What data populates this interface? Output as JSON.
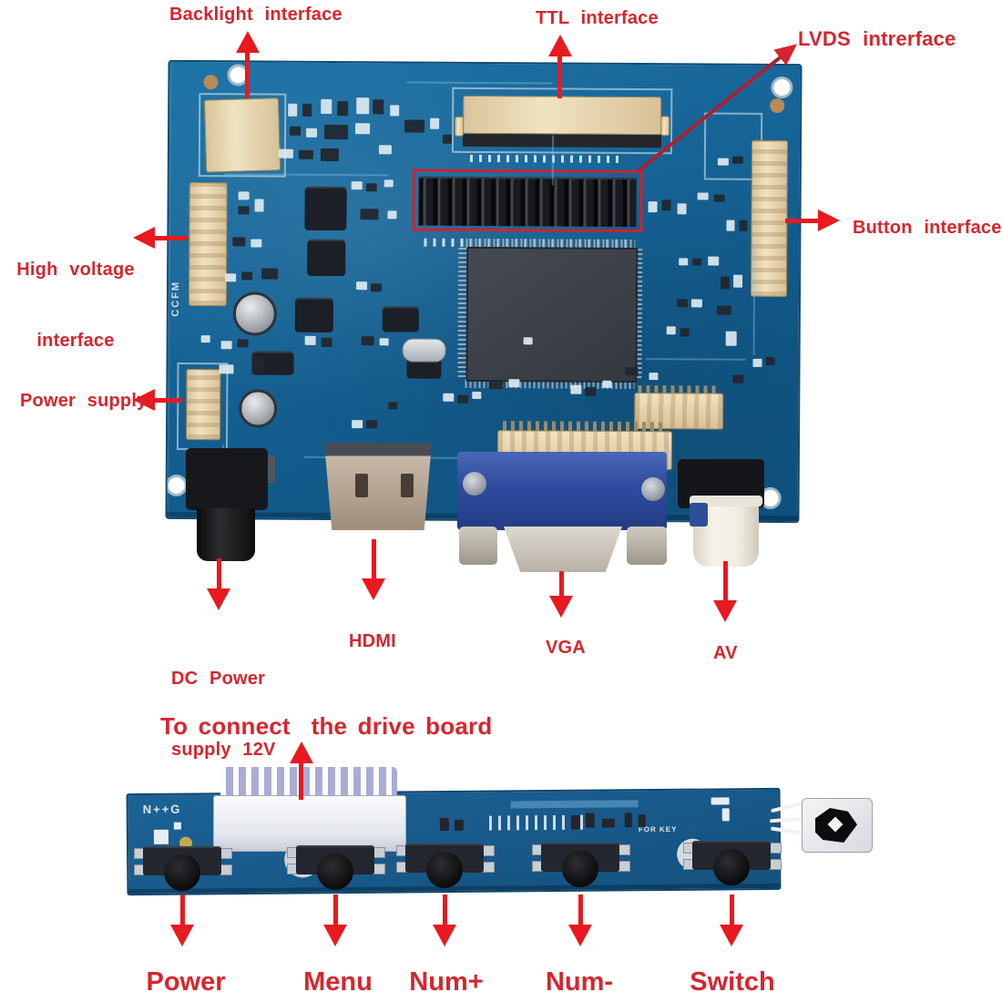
{
  "palette": {
    "board_blue": "#16679c",
    "label_red": "#d7252d",
    "arrow_red": "#e8191f",
    "arrow_dark_red": "#a82230",
    "lvds_highlight_box": "#cf2130",
    "connector_beige": "#e9d8b4"
  },
  "annotations": {
    "backlight": {
      "text": "Backlight interface"
    },
    "ttl": {
      "text": "TTL interface"
    },
    "lvds": {
      "text": "LVDS intrerface"
    },
    "high_voltage": {
      "line1": "High voltage",
      "line2": "interface"
    },
    "button_interface": {
      "text": "Button interface"
    },
    "power_supply": {
      "text": "Power supply"
    },
    "dc_power": {
      "line1": "DC Power",
      "line2": "supply 12V"
    },
    "hdmi": {
      "text": "HDMI"
    },
    "vga": {
      "text": "VGA"
    },
    "av": {
      "text": "AV"
    },
    "connect": {
      "text": "To connect  the drive board"
    }
  },
  "board_silkscreen": {
    "ccfm": "CCFM"
  },
  "keypad": {
    "silkscreen": {
      "left_mark": "N++G",
      "pin_label": "FOR KEY"
    },
    "buttons": [
      {
        "label": "Power"
      },
      {
        "label": "Menu"
      },
      {
        "label": "Num+"
      },
      {
        "label": "Num-"
      },
      {
        "label": "Switch"
      }
    ]
  }
}
